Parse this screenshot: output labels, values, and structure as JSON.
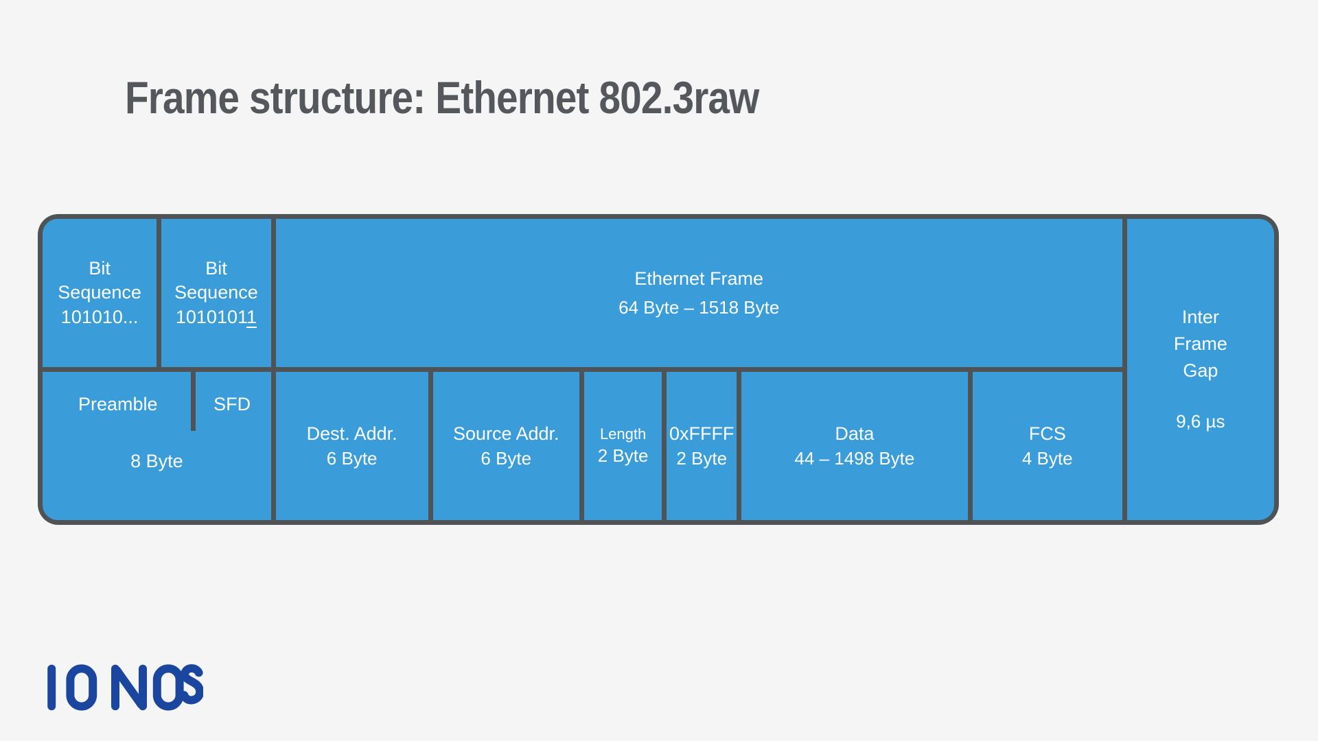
{
  "title": "Frame structure: Ethernet 802.3raw",
  "colors": {
    "page_bg": "#F5F5F6",
    "box_fill": "#3A9CD9",
    "box_border": "#4F5356",
    "title_color": "#54575C",
    "text_color": "#FDFEFF",
    "logo_color": "#1B46A0"
  },
  "diagram": {
    "top_row": {
      "bit_sequence_1": {
        "line1": "Bit",
        "line2": "Sequence",
        "line3": "101010..."
      },
      "bit_sequence_2": {
        "line1": "Bit",
        "line2": "Sequence",
        "line3_main": "1010101",
        "line3_underlined": "1"
      },
      "ethernet_frame": {
        "name": "Ethernet Frame",
        "size": "64 Byte – 1518 Byte"
      },
      "inter_frame_gap": {
        "line1": "Inter",
        "line2": "Frame",
        "line3": "Gap",
        "duration": "9,6 µs"
      }
    },
    "bottom_row": {
      "preamble": {
        "name": "Preamble",
        "sfd": "SFD",
        "size": "8 Byte"
      },
      "dest_addr": {
        "name": "Dest. Addr.",
        "size": "6 Byte"
      },
      "source_addr": {
        "name": "Source Addr.",
        "size": "6 Byte"
      },
      "length": {
        "name": "Length",
        "size": "2 Byte"
      },
      "type_field": {
        "name": "0xFFFF",
        "size": "2 Byte"
      },
      "data": {
        "name": "Data",
        "size": "44 – 1498 Byte"
      },
      "fcs": {
        "name": "FCS",
        "size": "4 Byte"
      }
    }
  },
  "footer": {
    "logo_text": "IONOS"
  }
}
